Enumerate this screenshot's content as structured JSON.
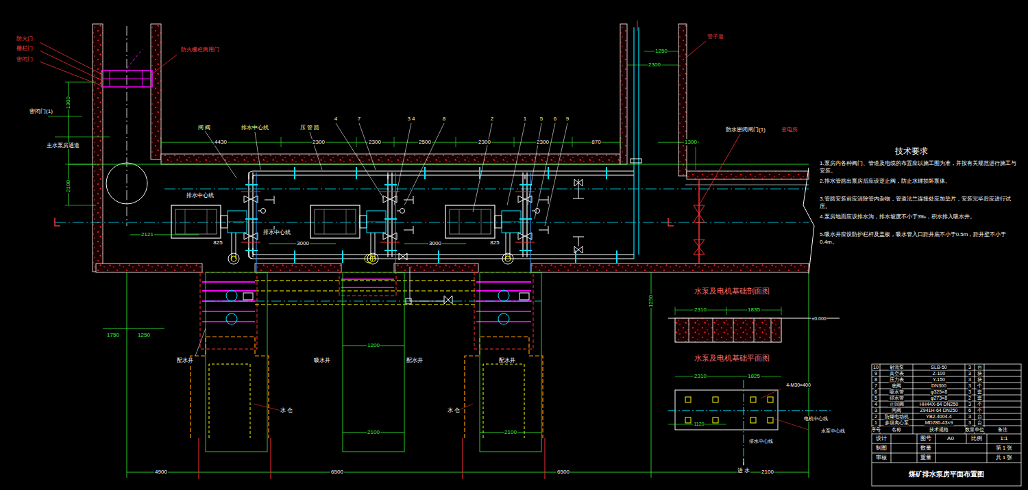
{
  "diagram": {
    "title": "煤矿排水泵房平面布置图",
    "labels": [
      "防火门",
      "栅栏门",
      "密闭门",
      "防火栅栏两用门",
      "密闭门(1)",
      "主水泵房通道",
      "1300",
      "2100",
      "4430",
      "2300",
      "2300",
      "2500",
      "2300",
      "2300",
      "870",
      "闸 阀",
      "排水中心线",
      "压 管 路",
      "4",
      "7",
      "3 4",
      "8",
      "2",
      "1",
      "5",
      "6",
      "9",
      "管子道",
      "1250",
      "2300",
      "防水密闭闸门(1)",
      "变电所",
      "1300",
      "排水中心线",
      "排水中心线",
      "3000",
      "3000",
      "825",
      "825",
      "配水井",
      "吸水井",
      "配水井",
      "配水井",
      "水 仓",
      "水 仓",
      "1750",
      "1250",
      "2121",
      "1200",
      "2100",
      "2100",
      "4900",
      "6500",
      "6500",
      "2100",
      "1250",
      "水泵及电机基础剖面图",
      "2310",
      "1835",
      "水泵及电机基础平面图",
      "2310",
      "1825",
      "4-M30×400",
      "电机中心线",
      "水泵中心线",
      "排水中心线",
      "进 水",
      "1120",
      "±0.000",
      "技术要求",
      "1.泵房内各种阀门、管道及电缆的布置应以施工图为准，并按有关规范进行施工与安装。",
      "2.排水管路出泵房后应设逆止阀，防止水锤损坏泵体。",
      "3.管路安装前应清除管内杂物，管道法兰连接处应加垫片，安装完毕后应进行试压。",
      "4.泵房地面应设排水沟，排水坡度不小于3‰，积水排入吸水井。",
      "5.吸水井应设防护栏杆及盖板，吸水管入口距井底不小于0.5m，距井壁不小于0.4m。",
      "10",
      "射流泵",
      "SLB-50",
      "3",
      "台",
      "9",
      "真空表",
      "Z-100",
      "3",
      "块",
      "8",
      "压力表",
      "Y-150",
      "3",
      "块",
      "7",
      "底阀",
      "DN300",
      "3",
      "个",
      "6",
      "吸水管",
      "φ325×8",
      "3",
      "套",
      "5",
      "排水管",
      "φ273×8",
      "2",
      "套",
      "4",
      "止回阀",
      "HH44X-64 DN250",
      "3",
      "个",
      "3",
      "闸阀",
      "Z941H-64 DN250",
      "6",
      "个",
      "2",
      "防爆电动机",
      "YB2-4004-4",
      "3",
      "台",
      "1",
      "多级离心泵",
      "MD280-43×9",
      "3",
      "台",
      "序号",
      "名称",
      "技术规格",
      "数量",
      "单位",
      "备注",
      "设计",
      "图号",
      "A0",
      "比例",
      "1:1",
      "制图",
      "数量",
      "第 1 张",
      "审核",
      "重量",
      "共 1 张"
    ]
  }
}
